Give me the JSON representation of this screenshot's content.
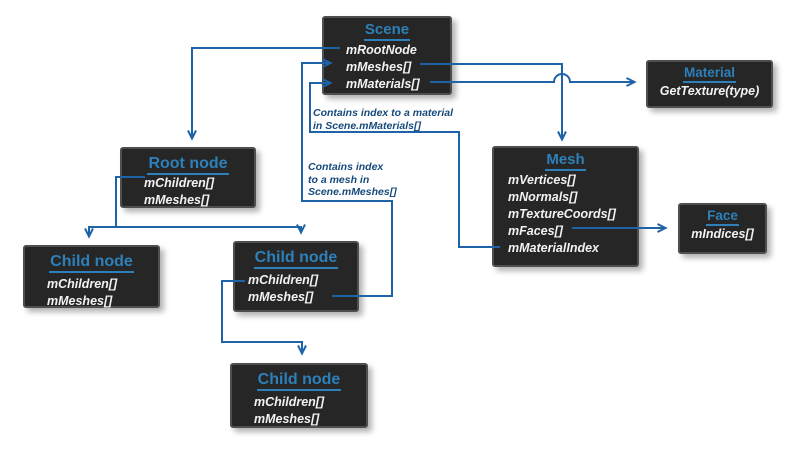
{
  "diagram": {
    "boxes": {
      "scene": {
        "title": "Scene",
        "members": [
          "mRootNode",
          "mMeshes[]",
          "mMaterials[]"
        ]
      },
      "material": {
        "title": "Material",
        "members": [
          "GetTexture(type)"
        ]
      },
      "root_node": {
        "title": "Root node",
        "members": [
          "mChildren[]",
          "mMeshes[]"
        ]
      },
      "mesh": {
        "title": "Mesh",
        "members": [
          "mVertices[]",
          "mNormals[]",
          "mTextureCoords[]",
          "mFaces[]",
          "mMaterialIndex"
        ]
      },
      "face": {
        "title": "Face",
        "members": [
          "mIndices[]"
        ]
      },
      "child_node_left": {
        "title": "Child node",
        "members": [
          "mChildren[]",
          "mMeshes[]"
        ]
      },
      "child_node_center": {
        "title": "Child node",
        "members": [
          "mChildren[]",
          "mMeshes[]"
        ]
      },
      "child_node_bottom": {
        "title": "Child node",
        "members": [
          "mChildren[]",
          "mMeshes[]"
        ]
      }
    },
    "annotations": {
      "material_note_lines": [
        "Contains index to a material",
        "in Scene.mMaterials[]"
      ],
      "mesh_note_lines": [
        "Contains index",
        "to a mesh in",
        "Scene.mMeshes[]"
      ]
    },
    "colors": {
      "box_background": "#262626",
      "box_border": "#4f4f4f",
      "title_blue": "#2d80ba",
      "member_text": "#f2f2f2",
      "connector_blue": "#1e63a8",
      "annotation_blue": "#174a7c"
    }
  }
}
